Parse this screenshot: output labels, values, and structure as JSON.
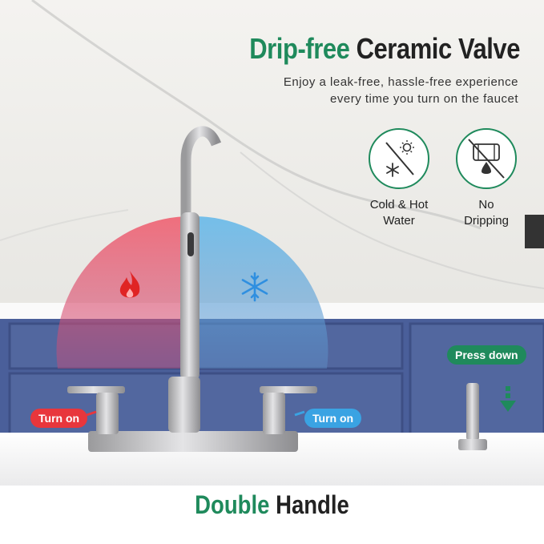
{
  "headline": {
    "part1": "Drip-free",
    "part2": "Ceramic Valve"
  },
  "subtitle": {
    "line1": "Enjoy a leak-free, hassle-free experience",
    "line2": "every time you turn on the faucet"
  },
  "features": [
    {
      "icon": "hot-cold-icon",
      "label_line1": "Cold & Hot",
      "label_line2": "Water"
    },
    {
      "icon": "no-drip-icon",
      "label_line1": "No",
      "label_line2": "Dripping"
    }
  ],
  "labels": {
    "left_turn": "Turn on",
    "right_turn": "Turn on",
    "press_down": "Press down"
  },
  "footer": {
    "part1": "Double",
    "part2": "Handle"
  },
  "colors": {
    "accent_green": "#1f8a5c",
    "hot_red": "#e8363c",
    "cold_blue": "#3aa3e3",
    "cabinet_blue": "#4a5f9a"
  }
}
